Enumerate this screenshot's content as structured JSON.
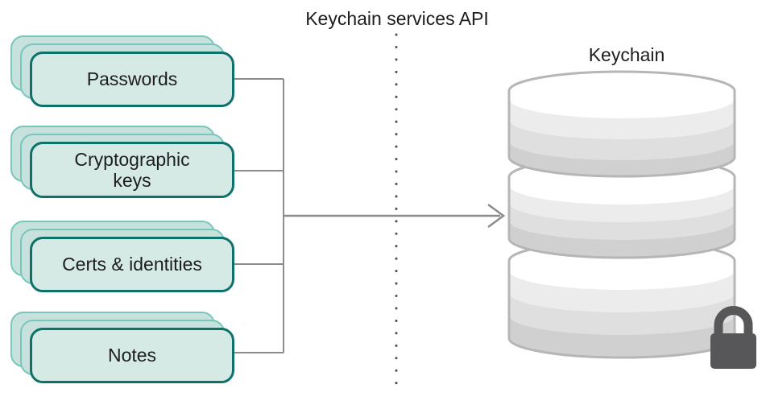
{
  "api_title": "Keychain services API",
  "keychain_title": "Keychain",
  "cards": [
    {
      "label": "Passwords"
    },
    {
      "label": "Cryptographic keys"
    },
    {
      "label": "Certs & identities"
    },
    {
      "label": "Notes"
    }
  ],
  "icons": {
    "lock": "padlock",
    "database": "keychain-database-cylinder"
  },
  "colors": {
    "text": "#1d1d1f",
    "card-front-fill": "#d5eae5",
    "card-front-border": "#0e716a",
    "card-back-fill": "#c7e2dc",
    "card-back-border": "#79c6bb",
    "line": "#8c8c8c",
    "dot": "#4f4f4f",
    "db-stroke": "#b6b6b8",
    "db-band-0": "#ffffff",
    "db-band-1": "#ececed",
    "db-band-2": "#dfdfe0",
    "db-band-3": "#d0d0d1",
    "db-band-4": "#c6c6c7",
    "lock": "#57575a"
  }
}
